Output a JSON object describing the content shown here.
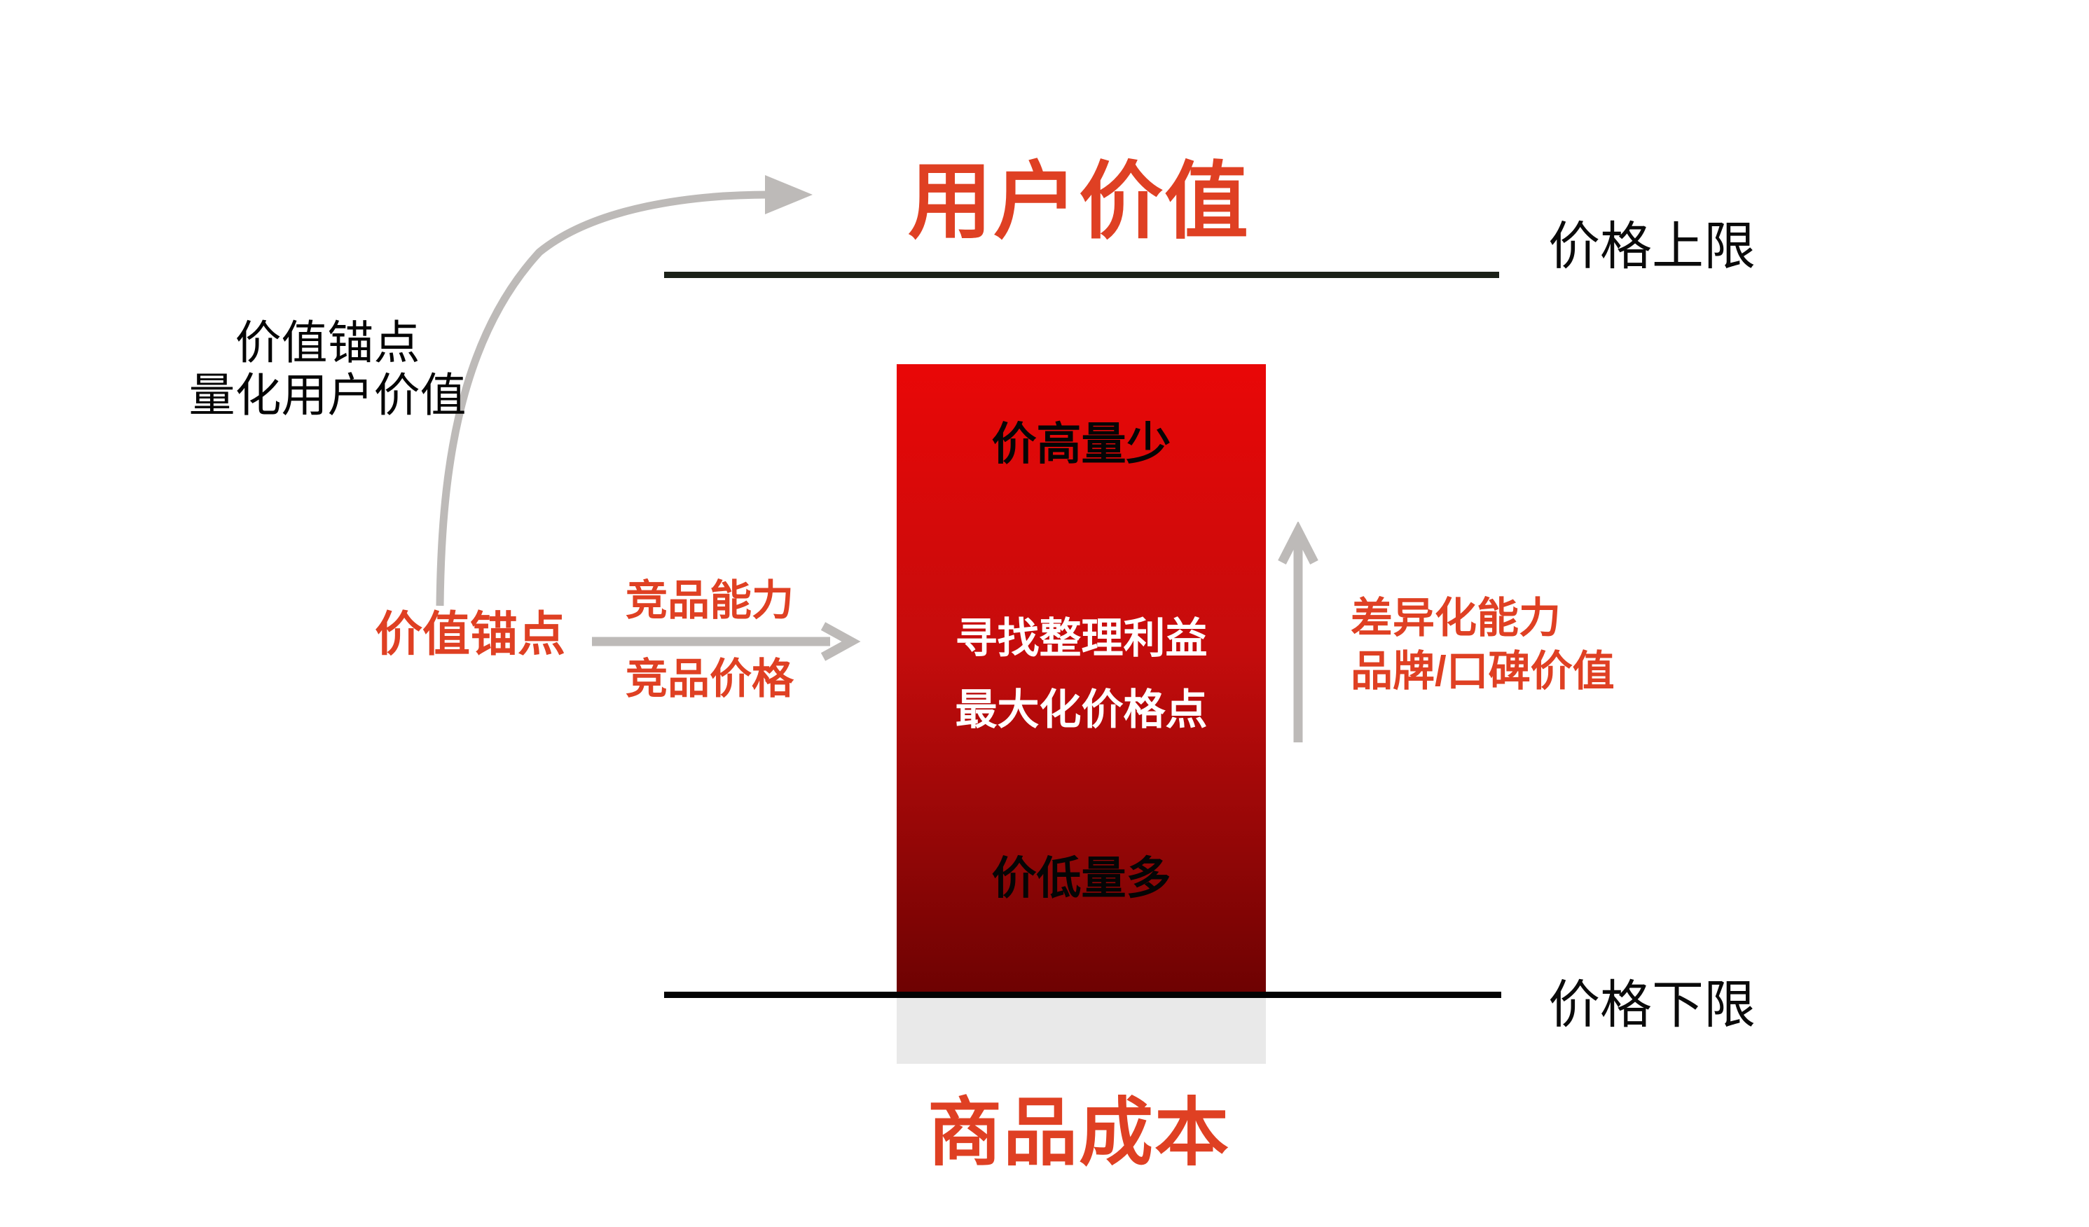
{
  "colors": {
    "accent": "#DF4023",
    "arrow_gray": "#BDBAB8",
    "line_dark": "#1B2118",
    "shadow_gray": "#E9E9E9",
    "bar_gradient_top": "#E90707",
    "bar_gradient_mid": "#C50C0C",
    "bar_gradient_bottom": "#6D0202"
  },
  "labels": {
    "user_value": "用户价值",
    "price_upper_limit": "价格上限",
    "price_lower_limit": "价格下限",
    "product_cost": "商品成本",
    "value_anchor_note_line1": "价值锚点",
    "value_anchor_note_line2": "量化用户价值",
    "value_anchor": "价值锚点",
    "competitor_ability": "竞品能力",
    "competitor_price": "竞品价格",
    "differentiation_ability": "差异化能力",
    "brand_reputation_value": "品牌/口碑价值"
  },
  "price_bar": {
    "top_label": "价高量少",
    "middle_line1": "寻找整理利益",
    "middle_line2": "最大化价格点",
    "bottom_label": "价低量多"
  }
}
